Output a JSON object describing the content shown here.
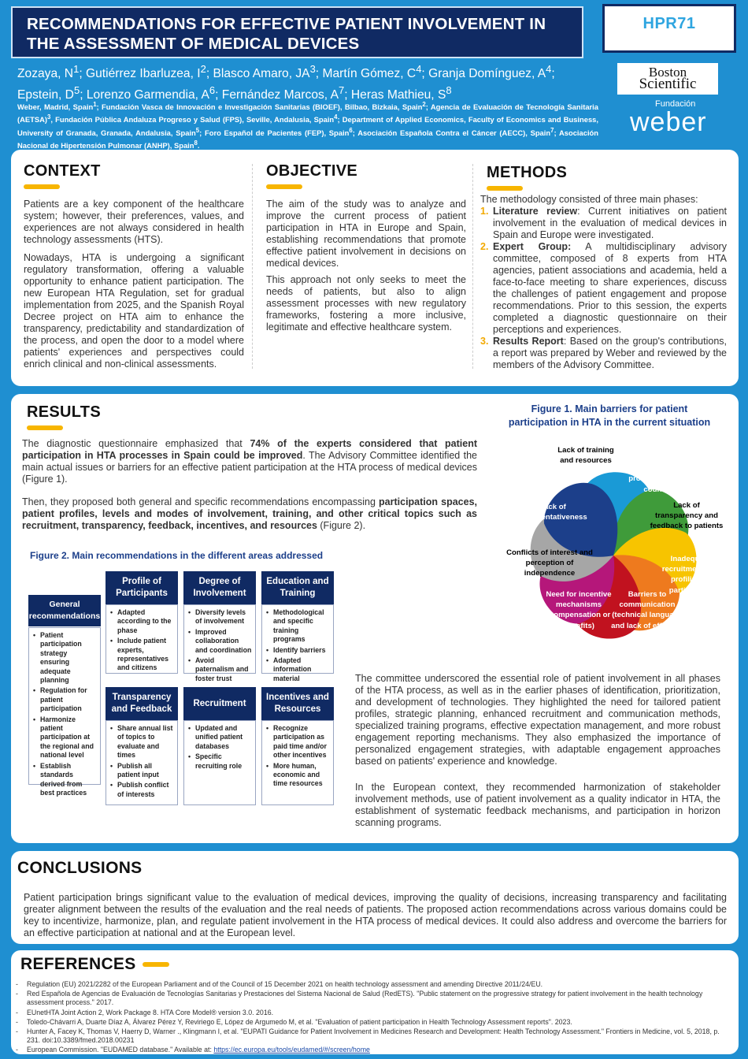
{
  "header": {
    "title": "RECOMMENDATIONS FOR EFFECTIVE PATIENT INVOLVEMENT IN THE ASSESSMENT OF MEDICAL DEVICES",
    "code": "HPR71",
    "authors_html": "Zozaya, N<sup>1</sup>; Gutiérrez Ibarluzea, I<sup>2</sup>; Blasco Amaro, JA<sup>3</sup>; Martín Gómez, C<sup>4</sup>; Granja Domínguez, A<sup>4</sup>; Epstein, D<sup>5</sup>; Lorenzo Garmendia, A<sup>6</sup>; Fernández Marcos, A<sup>7</sup>; Heras Mathieu, S<sup>8</sup>",
    "affiliations_html": "Weber, Madrid, Spain<sup>1</sup>; Fundación Vasca de Innovación e Investigación Sanitarias (BIOEF), Bilbao, Bizkaia, Spain<sup>2</sup>; Agencia de Evaluación de Tecnología Sanitaria (AETSA)<sup>3</sup>, Fundación Pública Andaluza Progreso y Salud (FPS), Seville, Andalusia, Spain<sup>4</sup>; Department of Applied Economics, Faculty of Economics and Business, University of Granada, Granada, Andalusia, Spain<sup>5</sup>; Foro Español de Pacientes (FEP), Spain<sup>6</sup>; Asociación Española Contra el Cáncer (AECC), Spain<sup>7</sup>; Asociación Nacional de Hipertensión Pulmonar (ANHP), Spain<sup>8</sup>.",
    "logo1_line1": "Boston",
    "logo1_line2": "Scientific",
    "logo2_top": "Fundación",
    "logo2_main": "weber"
  },
  "context": {
    "title": "CONTEXT",
    "p1": "Patients are a key component of the healthcare system; however, their preferences, values, and experiences are not always considered in health technology assessments (HTS).",
    "p2": "Nowadays, HTA is undergoing a significant regulatory transformation, offering a valuable opportunity to enhance patient participation. The new European HTA Regulation, set for gradual implementation from 2025, and the Spanish Royal Decree project on HTA aim to enhance the transparency, predictability and standardization of the process, and open the door to a model where patients' experiences and perspectives could enrich clinical and non-clinical assessments."
  },
  "objective": {
    "title": "OBJECTIVE",
    "p1": "The aim of the study was to analyze and improve the current process of patient participation in HTA in Europe and Spain, establishing recommendations that promote effective patient involvement in decisions on medical devices.",
    "p2": "This approach not only seeks to meet the needs of patients, but also to align assessment processes with new regulatory frameworks, fostering a more inclusive, legitimate and effective healthcare system."
  },
  "methods": {
    "title": "METHODS",
    "intro": "The methodology consisted of three main phases:",
    "items": [
      {
        "num": "1.",
        "label": "Literature review",
        "text": ": Current initiatives on patient involvement in the evaluation of medical devices in Spain and Europe were investigated."
      },
      {
        "num": "2.",
        "label": "Expert Group:",
        "text": " A multidisciplinary advisory committee, composed of 8 experts from HTA agencies, patient associations and academia, held a face-to-face meeting to share experiences, discuss the challenges of patient engagement and propose recommendations. Prior to this session, the experts completed a diagnostic questionnaire on their perceptions and experiences."
      },
      {
        "num": "3.",
        "label": "Results Report",
        "text": ": Based on the group's contributions, a report was prepared by Weber and reviewed by the members of the Advisory Committee."
      }
    ]
  },
  "results": {
    "title": "RESULTS",
    "p1_a": "The diagnostic questionnaire emphasized that ",
    "p1_b": "74% of the experts considered that patient participation in HTA processes in Spain could be improved",
    "p1_c": ". The Advisory Committee identified the main actual issues or barriers for an effective patient participation at the HTA process of medical devices (Figure 1).",
    "p2_a": "Then, they proposed both general and specific recommendations encompassing ",
    "p2_b": "participation spaces, patient profiles, levels and modes of involvement, training, and other critical topics such as recruitment, transparency, feedback, incentives, and resources",
    "p2_c": " (Figure 2).",
    "p3": "The committee underscored the essential role of patient involvement in all phases of the HTA process, as well as in the earlier phases of identification, prioritization, and development of technologies. They highlighted the need for tailored patient profiles, strategic planning, enhanced recruitment and communication methods, specialized training programs, effective expectation management, and more robust engagement reporting mechanisms. They also emphasized the importance of personalized engagement strategies, with adaptable engagement approaches based on patients' experience and knowledge.",
    "p4": "In the European context, they recommended harmonization of stakeholder involvement methods, use of patient involvement as a quality indicator in HTA, the establishment of systematic feedback mechanisms, and participation in horizon scanning programs."
  },
  "figure1": {
    "caption": "Figure 1. Main barriers for patient participation in HTA in the current situation",
    "petals": [
      {
        "label": "Lack of training and resources",
        "color": "#1a9ad6"
      },
      {
        "label": "Inequality in participation processes among countries",
        "color": "#3f9b3a"
      },
      {
        "label": "Lack of transparency and feedback to patients",
        "color": "#f7c400"
      },
      {
        "label": "Inadequate recruitment and profiling of participants",
        "color": "#ee7a1e"
      },
      {
        "label": "Barriers to communication (technical language and lack of effective channels)",
        "color": "#c1121f"
      },
      {
        "label": "Need for incentive mechanisms (compensation or benefits)",
        "color": "#b5177a"
      },
      {
        "label": "Conflicts of interest and perception of independence",
        "color": "#a6a6a6"
      },
      {
        "label": "Lack of representativeness",
        "color": "#1c3f8a"
      }
    ]
  },
  "figure2": {
    "caption": "Figure 2. Main recommendations in the different areas addressed",
    "general": {
      "title": "General recommendations",
      "items": [
        "Patient participation strategy ensuring adequate planning",
        "Regulation for patient participation",
        "Harmonize patient participation at the regional and national level",
        "Establish standards derived from best practices"
      ]
    },
    "boxes": [
      {
        "title": "Profile of Participants",
        "items": [
          "Adapted according to the phase",
          "Include patient experts, representatives and citizens"
        ]
      },
      {
        "title": "Degree of Involvement",
        "items": [
          "Diversify levels of involvement",
          "Improved collaboration and coordination",
          "Avoid paternalism and foster trust"
        ]
      },
      {
        "title": "Education and Training",
        "items": [
          "Methodological and specific training programs",
          "Identify barriers",
          "Adapted information material"
        ]
      },
      {
        "title": "Transparency and Feedback",
        "items": [
          "Share annual list of topics to evaluate and times",
          "Publish all patient input",
          "Publish conflict of interests"
        ]
      },
      {
        "title": "Recruitment",
        "items": [
          "Updated and unified patient databases",
          "Specific recruiting role"
        ]
      },
      {
        "title": "Incentives and Resources",
        "items": [
          "Recognize participation as paid time and/or other incentives",
          "More human, economic and time resources"
        ]
      }
    ]
  },
  "conclusions": {
    "title": "CONCLUSIONS",
    "text": "Patient participation brings significant value to the evaluation of medical devices, improving the quality of decisions, increasing transparency and facilitating greater alignment between the results of the evaluation and the real needs of patients. The proposed action recommendations across various domains could be key to incentivize, harmonize, plan, and regulate patient involvement in the HTA process of medical devices. It could also address and overcome the barriers for an effective participation at national and at the European level."
  },
  "references": {
    "title": "REFERENCES",
    "items": [
      "Regulation (EU) 2021/2282 of the European Parliament and of the Council of 15 December 2021 on health technology assessment and amending Directive 2011/24/EU.",
      "Red Española de Agencias de Evaluación de Tecnologías Sanitarias y Prestaciones del Sistema Nacional de Salud (RedETS). \"Public statement on the progressive strategy for patient involvement in the health technology assessment process.\" 2017.",
      "EUnetHTA Joint Action 2, Work Package 8. HTA Core Model® version 3.0. 2016.",
      "Toledo-Chávarri A, Duarte Díaz A, Álvarez Pérez Y, Reviriego E, López de Argumedo M, et al. \"Evaluation of patient participation in Health Technology Assessment reports\". 2023.",
      "Hunter A, Facey K, Thomas V, Haerry D, Warner ., Klingmann I, et al. \"EUPATI Guidance for Patient Involvement in Medicines Research and Development: Health Technology Assessment.\" Frontiers in Medicine, vol. 5, 2018, p. 231. doi:10.3389/fmed.2018.00231"
    ],
    "last_prefix": "European Commission. \"EUDAMED database.\" Available at: ",
    "last_link": "https://ec.europa.eu/tools/eudamed/#/screen/home"
  }
}
